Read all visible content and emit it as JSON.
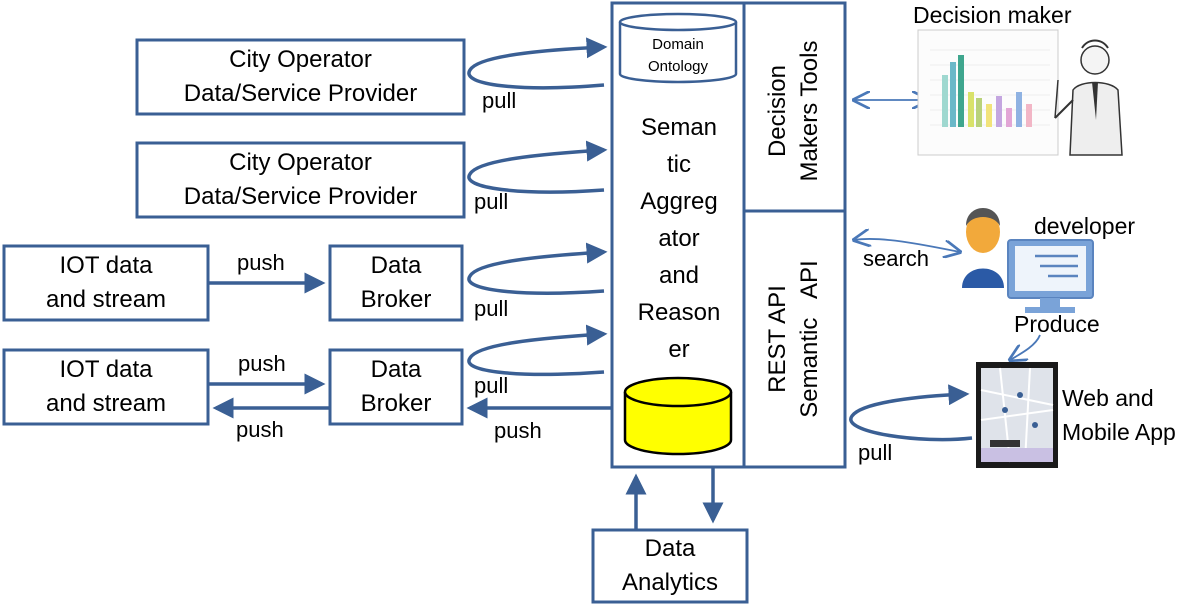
{
  "sources": [
    {
      "line1": "City Operator",
      "line2": "Data/Service Provider",
      "link_label": "pull"
    },
    {
      "line1": "City Operator",
      "line2": "Data/Service Provider",
      "link_label": "pull"
    }
  ],
  "iot_rows": [
    {
      "source_line1": "IOT data",
      "source_line2": "and stream",
      "push_label": "push",
      "broker_line1": "Data",
      "broker_line2": "Broker",
      "link_label": "pull"
    },
    {
      "source_line1": "IOT data",
      "source_line2": "and stream",
      "push_label": "push",
      "push_back_label": "push",
      "broker_line1": "Data",
      "broker_line2": "Broker",
      "link_label": "pull",
      "push_back_broker_label": "push"
    }
  ],
  "center": {
    "ontology_line1": "Domain",
    "ontology_line2": "Ontology",
    "aggregator_lines": [
      "Seman",
      "tic",
      "Aggreg",
      "ator",
      "and",
      "Reason",
      "er"
    ],
    "storage_color": "#ffff00"
  },
  "right_panels": {
    "decision_tools_line1": "Decision",
    "decision_tools_line2": "Makers Tools",
    "api_line1": "REST API",
    "api_line2": "Semantic   API"
  },
  "consumers": {
    "decision_maker": "Decision maker",
    "developer": "developer",
    "search_label": "search",
    "produce_label": "Produce",
    "app_line1": "Web and",
    "app_line2": "Mobile App",
    "app_link_label": "pull"
  },
  "analytics": {
    "line1": "Data",
    "line2": "Analytics"
  },
  "colors": {
    "border": "#3a5f94",
    "arrow": "#3a5f94",
    "storage": "#ffff00",
    "thin_arrow": "#4a78b8"
  }
}
